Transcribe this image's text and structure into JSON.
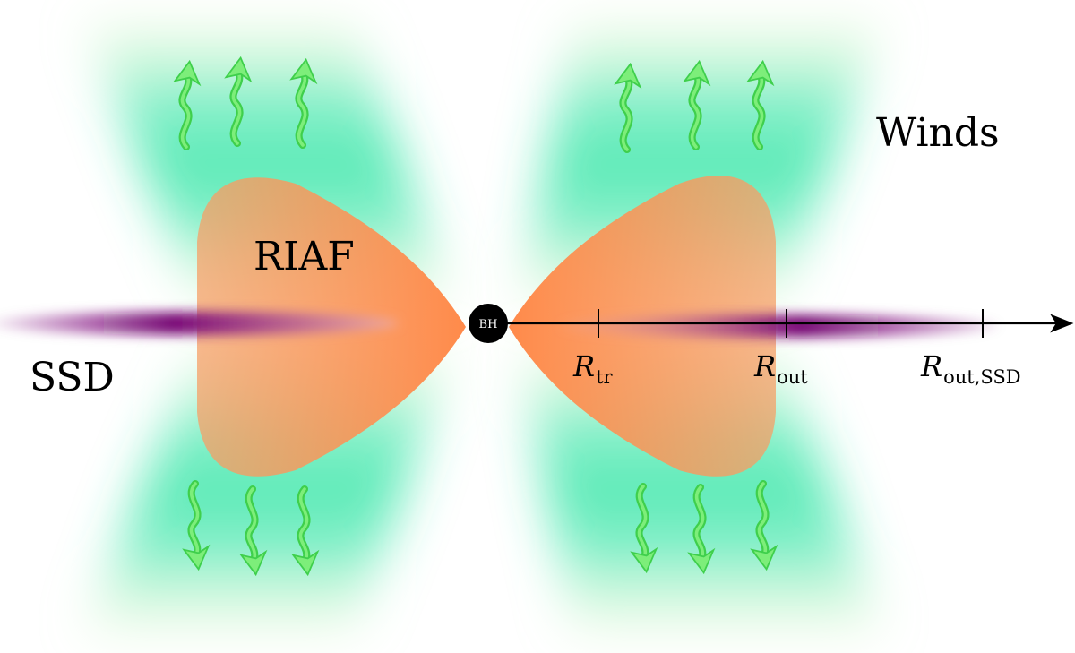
{
  "labels": {
    "riaf": "RIAF",
    "ssd": "SSD",
    "winds": "Winds",
    "bh": "BH"
  },
  "radii": [
    {
      "main": "R",
      "sub": "tr"
    },
    {
      "main": "R",
      "sub": "out"
    },
    {
      "main": "R",
      "sub": "out,SSD"
    }
  ],
  "colors": {
    "riaf": "#f6a067",
    "riaf_core": "#ff8a4a",
    "wind": "#39e6a8",
    "wind_fade": "#e9f8c8",
    "ssd": "#7a0a78",
    "ssd_edge": "#f0b0a8",
    "arrow": "#7dee7a",
    "arrow_edge": "#3fcf4c",
    "axis": "#000000",
    "bh": "#000000"
  },
  "icons": [
    "wind-arrow-icon",
    "black-hole-icon"
  ]
}
